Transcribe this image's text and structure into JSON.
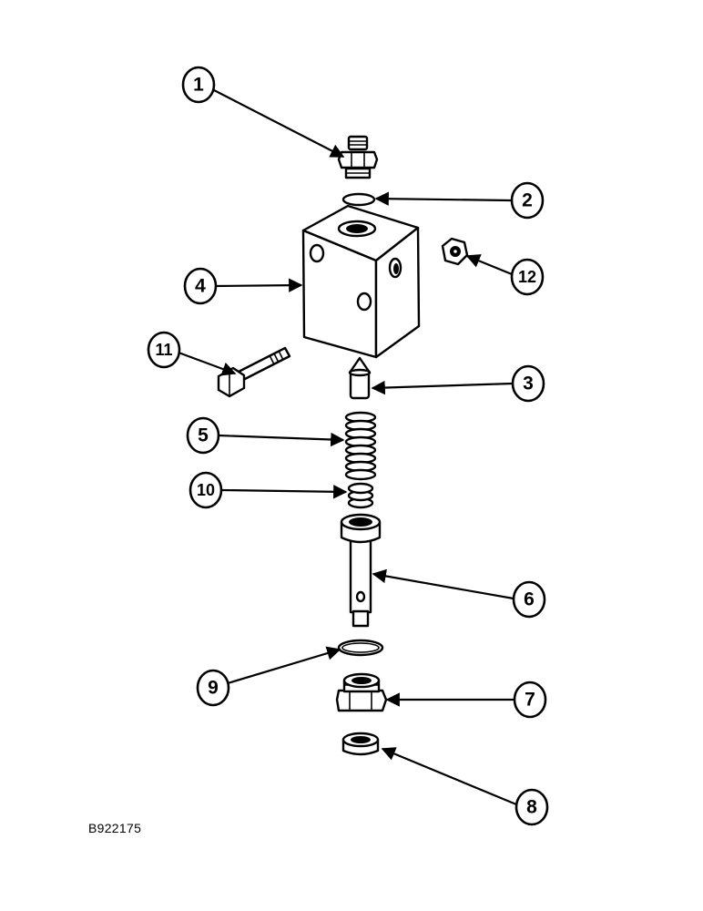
{
  "figure_id": "B922175",
  "callouts": [
    {
      "number": "1"
    },
    {
      "number": "2"
    },
    {
      "number": "3"
    },
    {
      "number": "4"
    },
    {
      "number": "5"
    },
    {
      "number": "6"
    },
    {
      "number": "7"
    },
    {
      "number": "8"
    },
    {
      "number": "9"
    },
    {
      "number": "10"
    },
    {
      "number": "11"
    },
    {
      "number": "12"
    }
  ]
}
